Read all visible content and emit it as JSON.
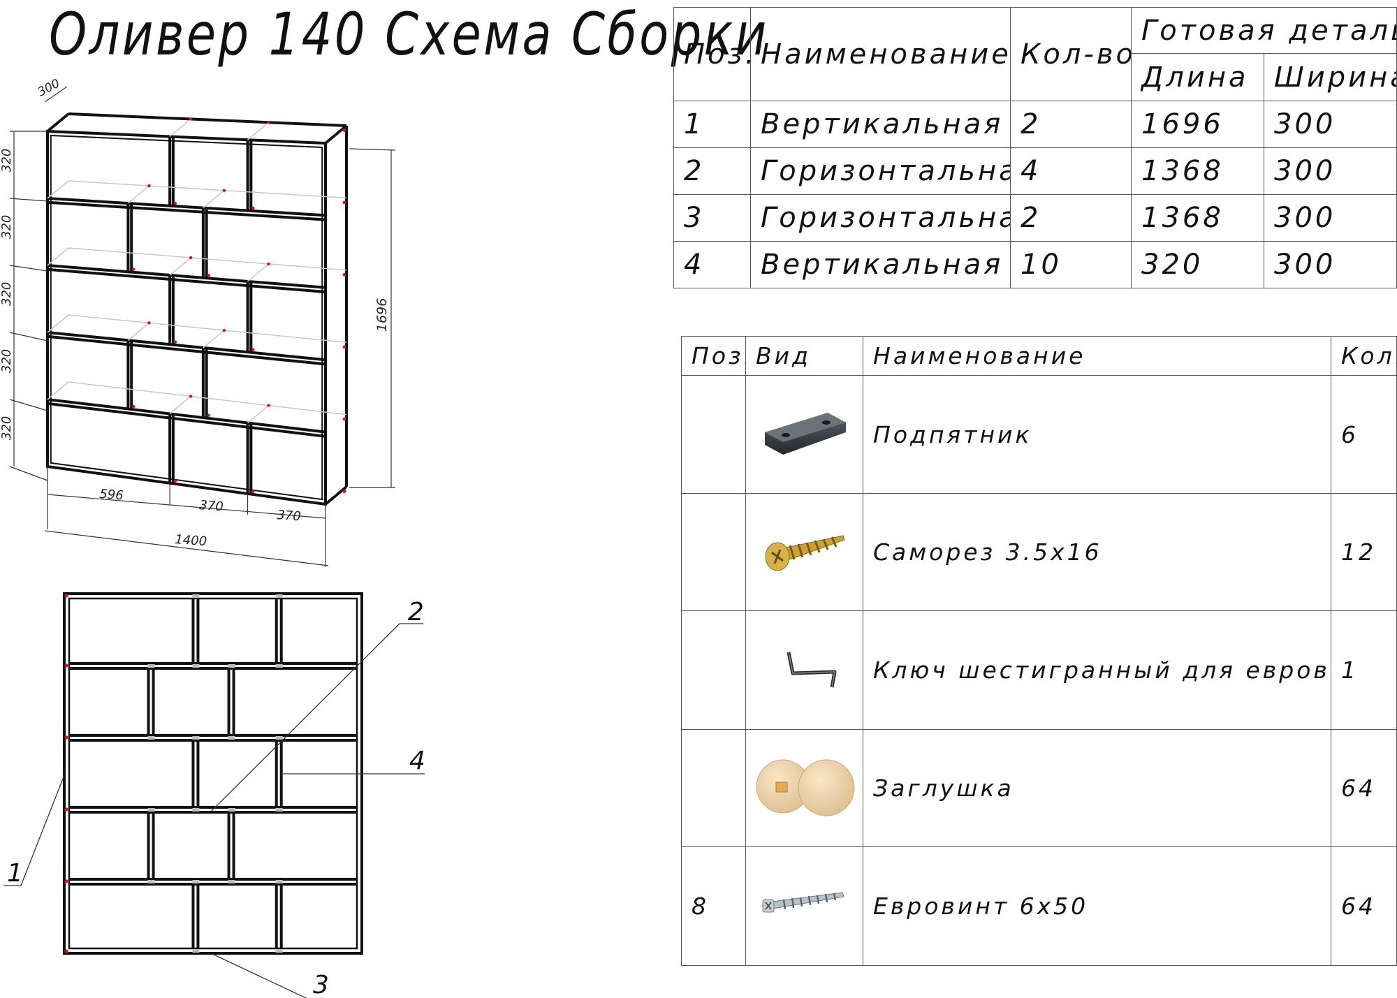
{
  "title": "Оливер 140 Схема Сборки",
  "colors": {
    "line": "#111111",
    "red_mark": "#e01010",
    "grey": "#bdbdbd"
  },
  "drawing": {
    "dims": {
      "depth": "300",
      "height_total": "1696",
      "row_heights": [
        "320",
        "320",
        "320",
        "320",
        "320"
      ],
      "width_segments": [
        "596",
        "370",
        "370"
      ],
      "width_total": "1400"
    },
    "callouts": [
      "1",
      "2",
      "3",
      "4"
    ]
  },
  "parts_table": {
    "headers": {
      "pos": "Поз.",
      "name": "Наименование",
      "qty": "Кол-во",
      "finished": "Готовая деталь",
      "length": "Длина",
      "width": "Ширина"
    },
    "rows": [
      {
        "pos": "1",
        "name": "Вертикальная",
        "qty": "2",
        "length": "1696",
        "width": "300"
      },
      {
        "pos": "2",
        "name": "Горизонтальная",
        "qty": "4",
        "length": "1368",
        "width": "300"
      },
      {
        "pos": "3",
        "name": "Горизонтальная",
        "qty": "2",
        "length": "1368",
        "width": "300"
      },
      {
        "pos": "4",
        "name": "Вертикальная",
        "qty": "10",
        "length": "320",
        "width": "300"
      }
    ]
  },
  "hardware_table": {
    "headers": {
      "pos": "Поз.",
      "view": "Вид",
      "name": "Наименование",
      "qty": "Кол."
    },
    "rows": [
      {
        "pos": "",
        "icon": "plastic-glide-icon",
        "name": "Подпятник",
        "qty": "6"
      },
      {
        "pos": "",
        "icon": "screw-icon",
        "name": "Саморез 3.5х16",
        "qty": "12"
      },
      {
        "pos": "",
        "icon": "hex-key-icon",
        "name": "Ключ шестигранный для евровинта",
        "qty": "1"
      },
      {
        "pos": "",
        "icon": "cap-icon",
        "name": "Заглушка",
        "qty": "64"
      },
      {
        "pos": "8",
        "icon": "euro-screw-icon",
        "name": "Евровинт 6х50",
        "qty": "64"
      }
    ]
  }
}
